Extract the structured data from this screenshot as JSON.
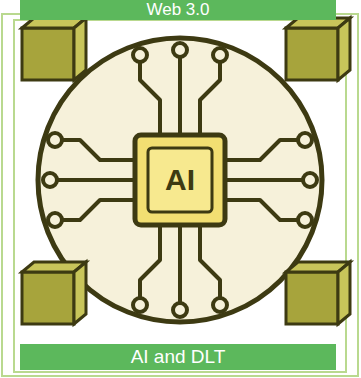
{
  "diagram": {
    "nodes": [
      {
        "text": [
          "Web 3.0"
        ]
      },
      {
        "text": [
          "AI"
        ]
      },
      {
        "text": [
          "AI and DLT"
        ]
      }
    ]
  }
}
